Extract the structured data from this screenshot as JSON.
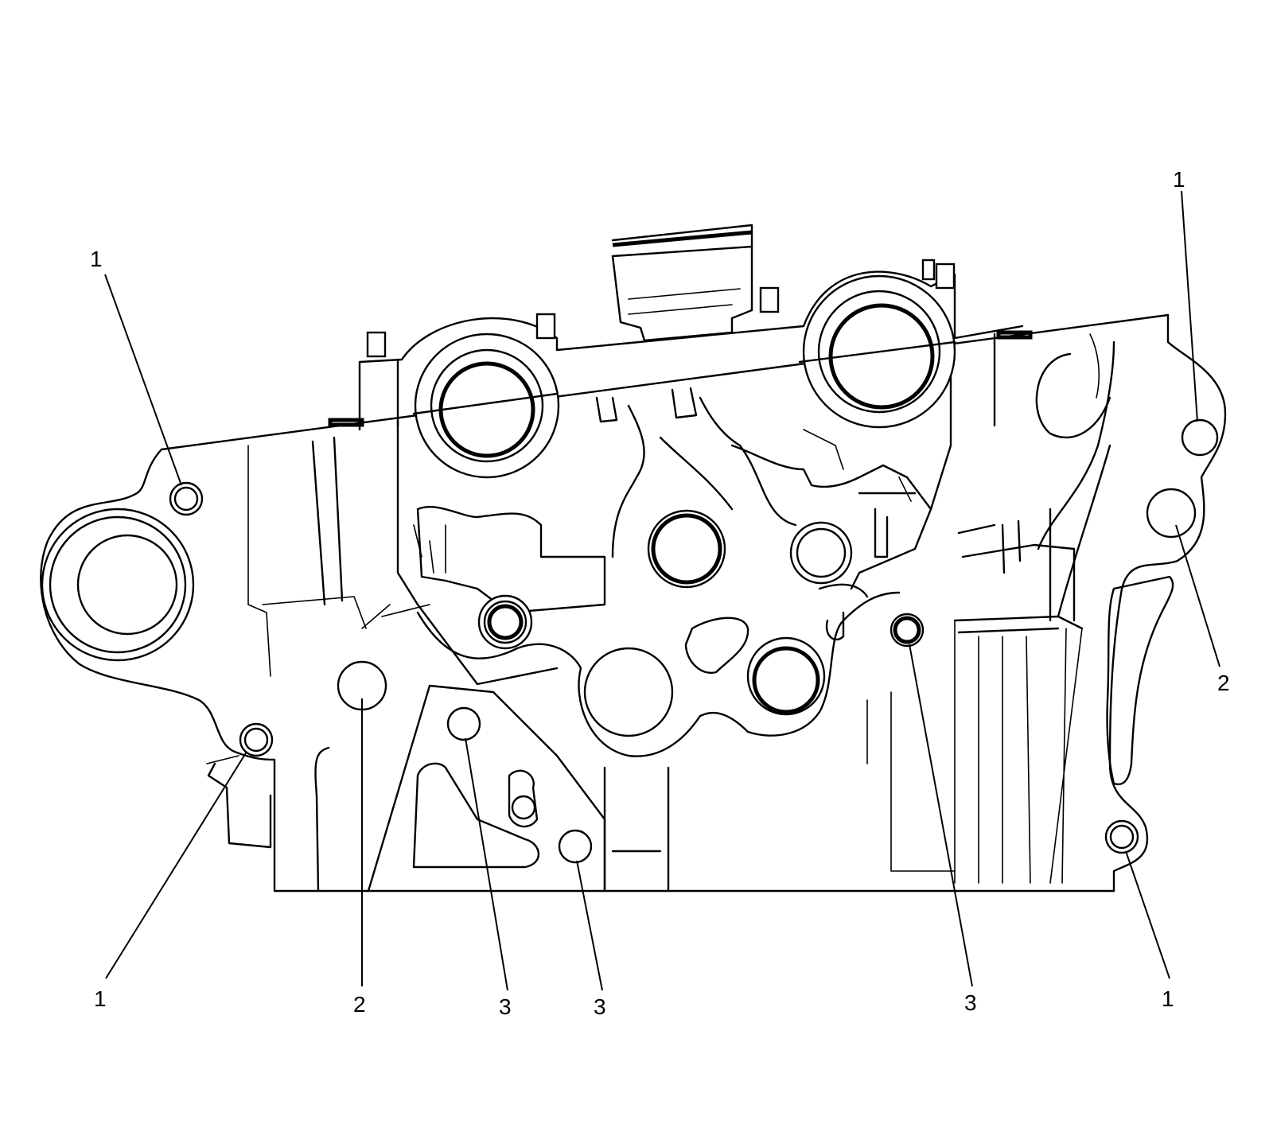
{
  "figure": {
    "callouts": [
      {
        "id": "c1",
        "label": "1"
      },
      {
        "id": "c2",
        "label": "1"
      },
      {
        "id": "c3",
        "label": "1"
      },
      {
        "id": "c4",
        "label": "1"
      },
      {
        "id": "c5",
        "label": "2"
      },
      {
        "id": "c6",
        "label": "2"
      },
      {
        "id": "c7",
        "label": "3"
      },
      {
        "id": "c8",
        "label": "3"
      },
      {
        "id": "c9",
        "label": "3"
      }
    ]
  }
}
